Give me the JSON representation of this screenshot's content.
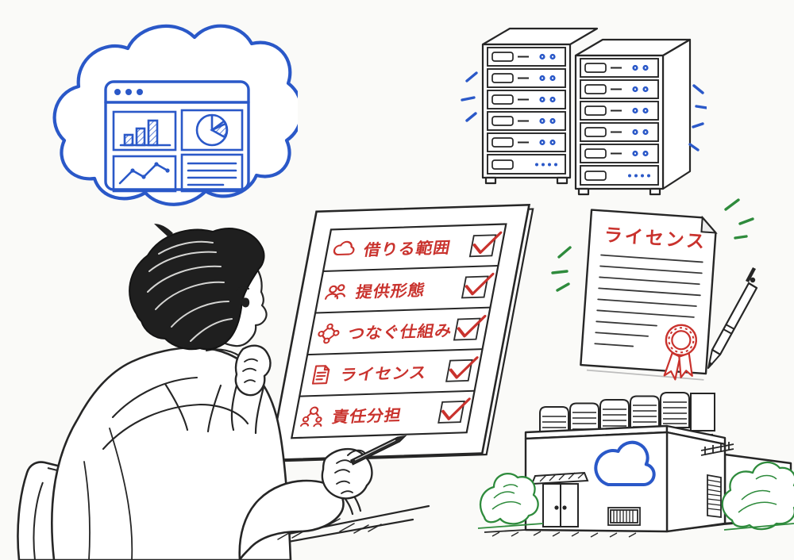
{
  "colors": {
    "ink": "#262626",
    "red": "#c9322d",
    "blue": "#2a58c8",
    "green": "#2e8b3c"
  },
  "thought_cloud": {
    "window_dots": 3,
    "panels": [
      "bar-chart",
      "pie-chart",
      "line-chart",
      "text-lines"
    ]
  },
  "server_racks": {
    "count": 2,
    "units_per_rack": 6
  },
  "checklist": {
    "items": [
      {
        "icon": "cloud-icon",
        "label": "借りる範囲",
        "checked": true
      },
      {
        "icon": "people-icon",
        "label": "提供形態",
        "checked": true
      },
      {
        "icon": "network-icon",
        "label": "つなぐ仕組み",
        "checked": true
      },
      {
        "icon": "document-icon",
        "label": "ライセンス",
        "checked": true
      },
      {
        "icon": "group-icon",
        "label": "責任分担",
        "checked": true
      }
    ]
  },
  "license_document": {
    "title": "ライセンス",
    "seal": "rosette-ribbon"
  },
  "building": {
    "logo": "cloud",
    "rooftop_units": 6
  },
  "person": {
    "pose": "hand-on-chin, holding pen"
  }
}
